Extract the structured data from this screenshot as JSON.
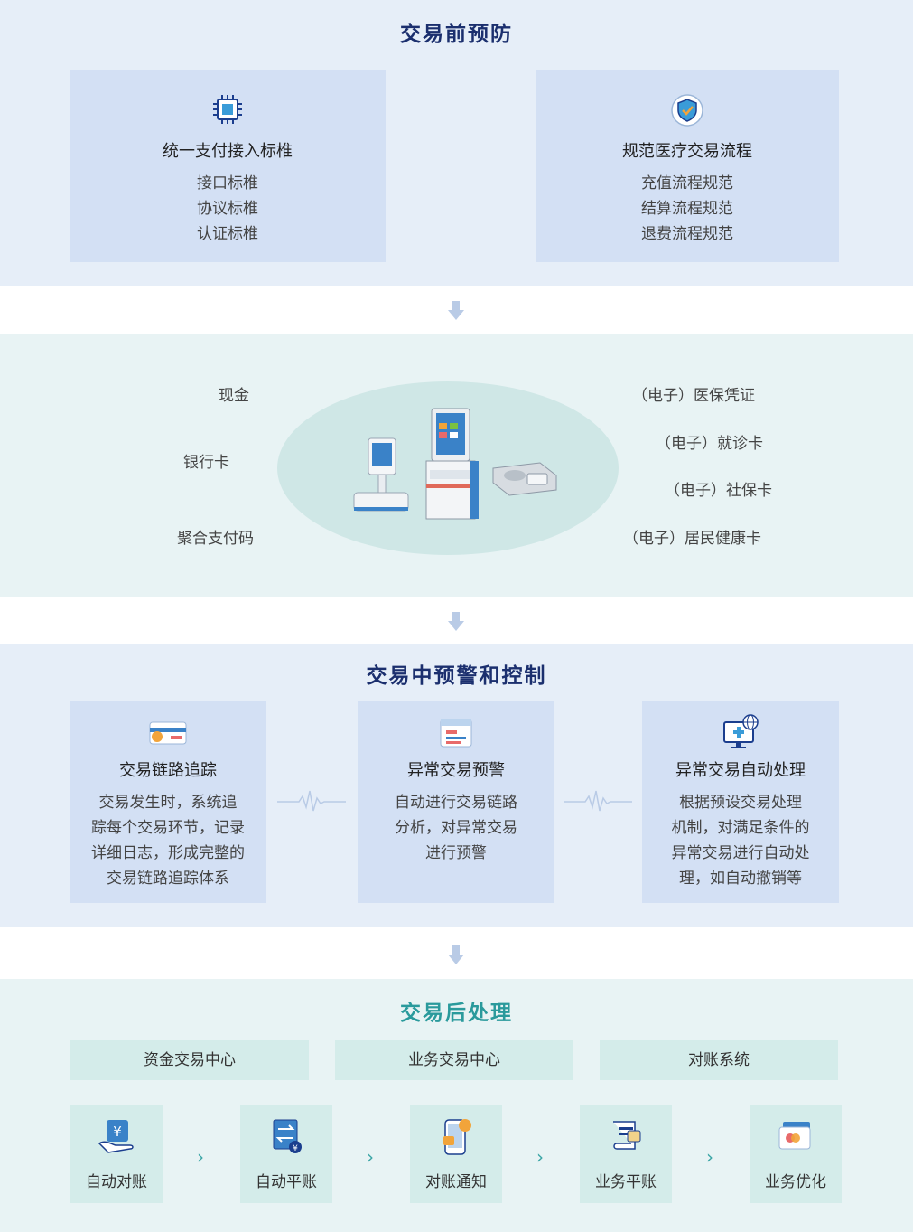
{
  "section1": {
    "title": "交易前预防",
    "cards": [
      {
        "icon": "chip-icon",
        "title": "统一支付接入标椎",
        "lines": [
          "接口标椎",
          "协议标椎",
          "认证标椎"
        ]
      },
      {
        "icon": "shield-check-icon",
        "title": "规范医疗交易流程",
        "lines": [
          "充值流程规范",
          "结算流程规范",
          "退费流程规范"
        ]
      }
    ]
  },
  "section2": {
    "left_methods": [
      "现金",
      "银行卡",
      "聚合支付码"
    ],
    "right_methods": [
      "（电子）医保凭证",
      "（电子）就诊卡",
      "（电子）社保卡",
      "（电子）居民健康卡"
    ]
  },
  "section3": {
    "title": "交易中预警和控制",
    "cards": [
      {
        "icon": "card-icon",
        "title": "交易链路追踪",
        "lines": [
          "交易发生时，系统追",
          "踪每个交易环节，记录",
          "详细日志，形成完整的",
          "交易链路追踪体系"
        ]
      },
      {
        "icon": "alert-window-icon",
        "title": "异常交易预警",
        "lines": [
          "自动进行交易链路",
          "分析，对异常交易",
          "进行预警"
        ]
      },
      {
        "icon": "monitor-globe-icon",
        "title": "异常交易自动处理",
        "lines": [
          "根据预设交易处理",
          "机制，对满足条件的",
          "异常交易进行自动处",
          "理，如自动撤销等"
        ]
      }
    ]
  },
  "section4": {
    "title": "交易后处理",
    "systems": [
      "资金交易中心",
      "业务交易中心",
      "对账系统"
    ],
    "steps": [
      {
        "icon": "yen-bag-icon",
        "label": "自动对账"
      },
      {
        "icon": "transfer-doc-icon",
        "label": "自动平账"
      },
      {
        "icon": "phone-notify-icon",
        "label": "对账通知"
      },
      {
        "icon": "scroll-icon",
        "label": "业务平账"
      },
      {
        "icon": "credit-card-icon",
        "label": "业务优化"
      }
    ]
  },
  "colors": {
    "title_navy": "#1b2f6e",
    "title_teal": "#2a9a9c",
    "band_blue": "#e6eef8",
    "band_teal": "#e8f3f4",
    "card_blue": "#d3e0f4",
    "card_teal": "#d4ecea"
  }
}
